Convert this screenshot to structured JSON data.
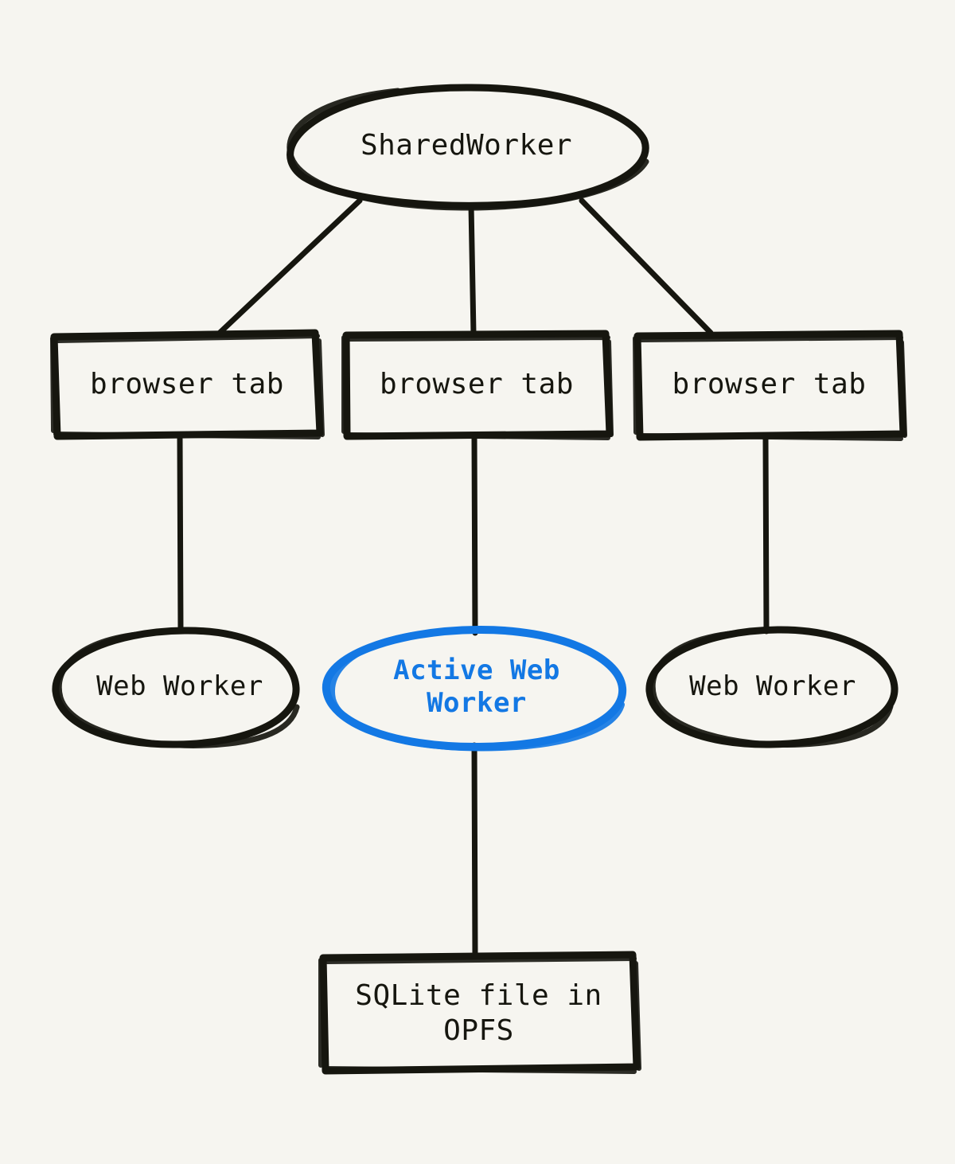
{
  "diagram": {
    "title": "SharedWorker browser tab Web Worker OPFS architecture",
    "background_color": "#f6f5f0",
    "stroke_color": "#16160f",
    "accent_color": "#1378e4",
    "style": "hand-drawn"
  },
  "nodes": {
    "shared_worker": {
      "label": "SharedWorker",
      "shape": "ellipse",
      "color": "#16160f"
    },
    "tabs": [
      {
        "label": "browser tab",
        "shape": "rectangle",
        "color": "#16160f"
      },
      {
        "label": "browser tab",
        "shape": "rectangle",
        "color": "#16160f"
      },
      {
        "label": "browser tab",
        "shape": "rectangle",
        "color": "#16160f"
      }
    ],
    "workers": [
      {
        "label": "Web Worker",
        "shape": "ellipse",
        "color": "#16160f",
        "active": false
      },
      {
        "label": "Active Web\nWorker",
        "shape": "ellipse",
        "color": "#1378e4",
        "active": true
      },
      {
        "label": "Web Worker",
        "shape": "ellipse",
        "color": "#16160f",
        "active": false
      }
    ],
    "storage": {
      "label": "SQLite file in\nOPFS",
      "shape": "rectangle",
      "color": "#16160f"
    }
  },
  "edges": [
    {
      "from": "shared_worker",
      "to": "tab_left",
      "style": "solid"
    },
    {
      "from": "shared_worker",
      "to": "tab_middle",
      "style": "solid"
    },
    {
      "from": "shared_worker",
      "to": "tab_right",
      "style": "solid"
    },
    {
      "from": "tab_left",
      "to": "worker_left",
      "style": "solid"
    },
    {
      "from": "tab_middle",
      "to": "worker_active",
      "style": "solid"
    },
    {
      "from": "tab_right",
      "to": "worker_right",
      "style": "solid"
    },
    {
      "from": "worker_active",
      "to": "storage",
      "style": "solid"
    }
  ]
}
